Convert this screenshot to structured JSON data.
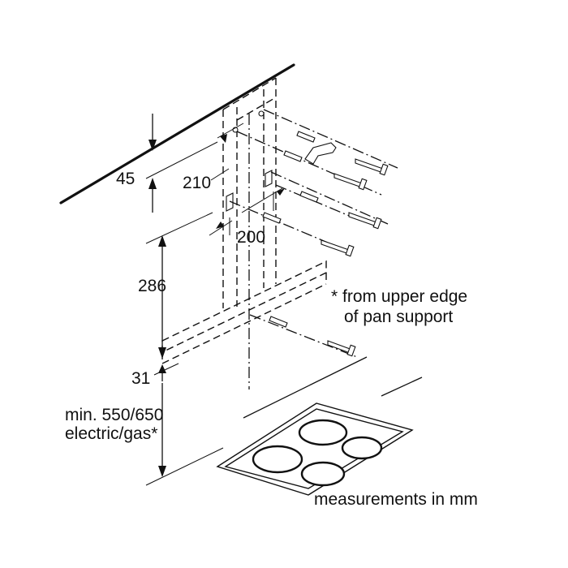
{
  "dimensions": {
    "ceiling_gap": "45",
    "hole_spacing_vertical": "210",
    "hole_spacing_horizontal": "200",
    "rail_height": "286",
    "rail_offset": "31",
    "min_height_line1": "min. 550/650",
    "min_height_line2": "electric/gas*"
  },
  "notes": {
    "footnote_line1": "* from upper edge",
    "footnote_line2": "of pan support",
    "units": "measurements in mm"
  }
}
